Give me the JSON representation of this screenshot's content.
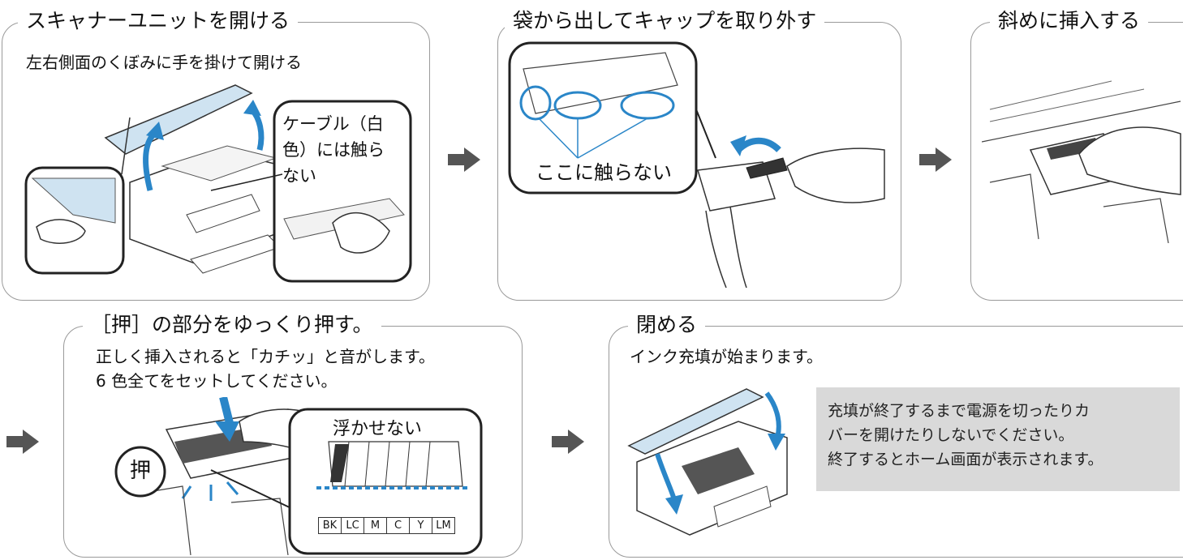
{
  "steps": [
    {
      "title": "スキャナーユニットを開ける",
      "subtitle": "左右側面のくぼみに手を掛けて開ける",
      "callout": [
        "ケーブル（白",
        "色）には触ら",
        "ない"
      ]
    },
    {
      "title": "袋から出してキャップを取り外す",
      "callout": "ここに触らない"
    },
    {
      "title": "斜めに挿入する"
    },
    {
      "title": "［押］の部分をゆっくり押す。",
      "body": [
        "正しく挿入されると「カチッ」と音がします。",
        "6 色全てをセットしてください。"
      ],
      "push_label": "押",
      "callout": "浮かせない",
      "ink_colors": [
        "BK",
        "LC",
        "M",
        "C",
        "Y",
        "LM"
      ]
    },
    {
      "title": "閉める",
      "body": "インク充填が始まります。",
      "note": [
        "充填が終了するまで電源を切ったりカ",
        "バーを開けたりしないでください。",
        "終了するとホーム画面が表示されます。"
      ]
    }
  ],
  "colors": {
    "accent": "#2a86c8",
    "arrow": "#555555",
    "panel_border": "#9a9a9a",
    "note_bg": "#d9d9d9",
    "lid_fill": "#cfe3f1"
  },
  "icons": [
    "right-arrow-icon"
  ]
}
